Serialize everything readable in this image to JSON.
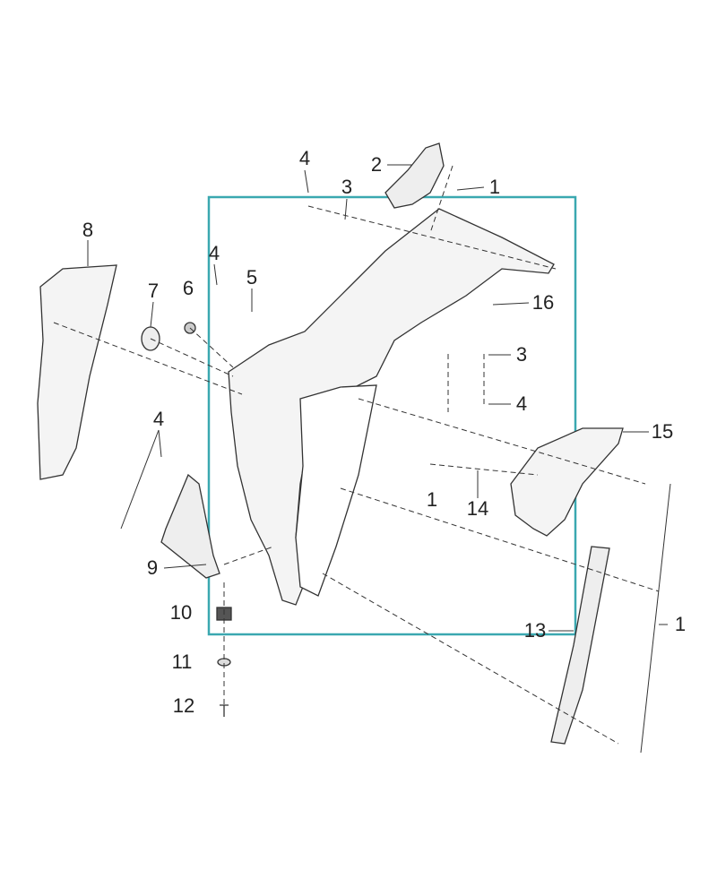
{
  "diagram": {
    "highlight_color": "#3aa8b0",
    "callouts": [
      "4",
      "2",
      "1",
      "3",
      "8",
      "4",
      "5",
      "7",
      "6",
      "16",
      "3",
      "4",
      "15",
      "4",
      "1",
      "14",
      "9",
      "10",
      "13",
      "1",
      "11",
      "12"
    ]
  }
}
